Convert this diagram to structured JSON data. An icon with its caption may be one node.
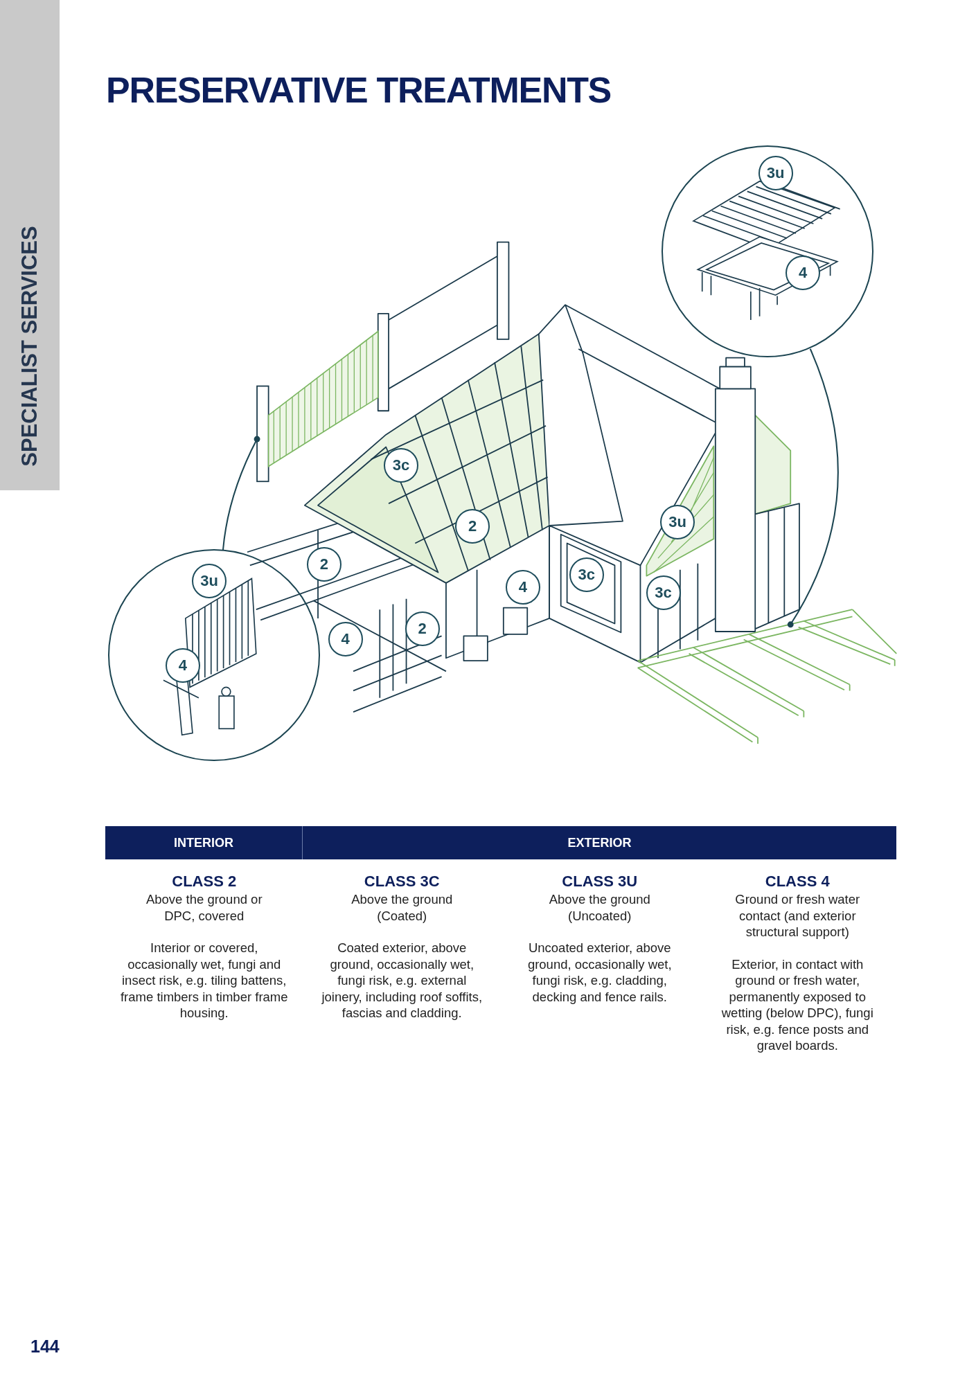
{
  "diagram": {
    "title": "PRESERVATIVE TREATMENTS",
    "nodes": [
      {
        "text": [],
        "shape": "circle"
      },
      {
        "text": [
          "3u"
        ],
        "in": 0
      },
      {
        "text": [
          "4"
        ],
        "in": 0
      },
      {
        "text": [
          "3c"
        ]
      },
      {
        "text": [
          "2"
        ]
      },
      {
        "text": [
          "3u"
        ]
      },
      {
        "text": [],
        "shape": "circle"
      },
      {
        "text": [
          "3u"
        ],
        "in": 6
      },
      {
        "text": [
          "2"
        ]
      },
      {
        "text": [
          "3c"
        ]
      },
      {
        "text": [
          "4"
        ]
      },
      {
        "text": [
          "3c"
        ]
      },
      {
        "text": [
          "4"
        ],
        "in": 6
      },
      {
        "text": [
          "2"
        ]
      },
      {
        "text": [
          "4"
        ]
      },
      {
        "text": [],
        "shape": "picture"
      },
      {
        "text": [],
        "shape": "picture"
      }
    ],
    "edges": [
      {
        "from": 0,
        "to": 16,
        "arrow": "other"
      },
      {
        "from": 6,
        "to": 15,
        "arrow": "other"
      }
    ],
    "labels": [
      "SPECIALIST SERVICES",
      "INTERIOR",
      "EXTERIOR",
      "CLASS 2",
      "CLASS 3C",
      "CLASS 3U",
      "CLASS 4",
      "Above the ground or DPC, covered",
      "Above the ground (Coated)",
      "Above the ground (Uncoated)",
      "Ground or fresh water contact (and exterior structural support)",
      "Interior or covered, occasionally wet, fungi and insect risk, e.g. tiling battens, frame timbers in timber frame housing.",
      "Coated exterior, above ground, occasionally wet, fungi risk, e.g. external joinery, including roof soffits, fascias and cladding.",
      "Uncoated exterior, above ground, occasionally wet, fungi risk, e.g. cladding, decking and fence rails.",
      "Exterior, in contact with ground or fresh water, permanently exposed to wetting (below DPC), fungi risk, e.g. fence posts and gravel boards.",
      "144"
    ]
  }
}
